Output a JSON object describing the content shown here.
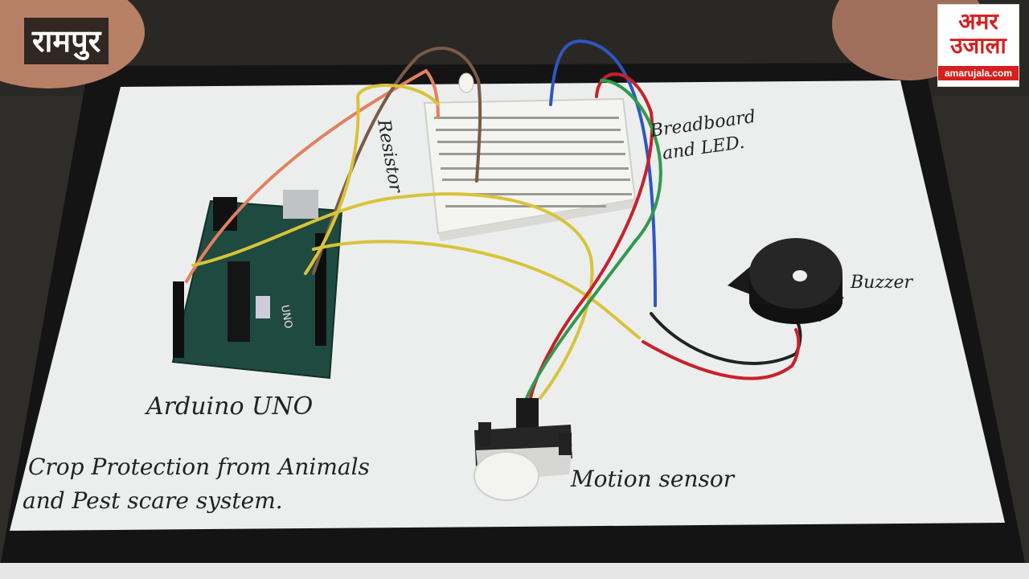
{
  "overlay": {
    "location": "रामपुर",
    "logo_line1": "अमर",
    "logo_line2": "उजाला",
    "logo_url": "amarujala.com"
  },
  "labels": {
    "resistor": "Resistor",
    "breadboard_line1": "Breadboard",
    "breadboard_line2": "and LED.",
    "buzzer": "Buzzer",
    "arduino": "Arduino UNO",
    "motion": "Motion sensor",
    "title_line1": "Crop Protection from Animals",
    "title_line2": "and Pest scare system.",
    "uno_mark": "UNO"
  },
  "colors": {
    "paper": "#eef0ef",
    "board": "#1d4a3e",
    "wire_yellow": "#d8c33a",
    "wire_red": "#c8202b",
    "wire_blue": "#2f56c2",
    "wire_green": "#2f9a4e",
    "wire_brown": "#7a5a48",
    "wire_orange": "#e38060"
  }
}
